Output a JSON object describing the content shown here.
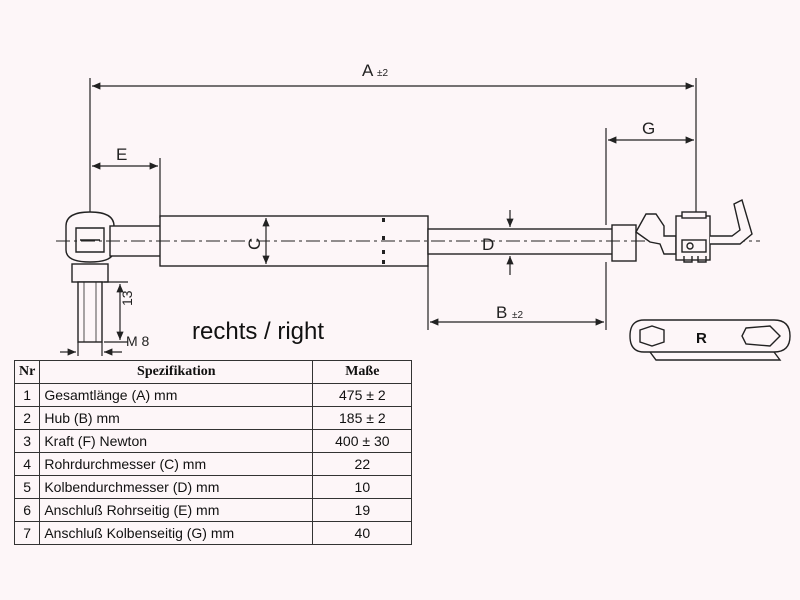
{
  "title": "rechts / right",
  "dimensions": {
    "A": "A",
    "A_tol": "±2",
    "B": "B",
    "B_tol": "±2",
    "C": "C",
    "D": "D",
    "E": "E",
    "G": "G",
    "thread_length": "13",
    "thread_size": "M 8"
  },
  "side_label": "R",
  "table": {
    "headers": {
      "nr": "Nr",
      "spec": "Spezifikation",
      "value": "Maße"
    },
    "rows": [
      {
        "nr": "1",
        "spec": "Gesamtlänge (A) mm",
        "value": "475 ± 2"
      },
      {
        "nr": "2",
        "spec": "Hub (B)  mm",
        "value": "185 ± 2"
      },
      {
        "nr": "3",
        "spec": "Kraft (F) Newton",
        "value": "400 ± 30"
      },
      {
        "nr": "4",
        "spec": "Rohrdurchmesser (C) mm",
        "value": "22"
      },
      {
        "nr": "5",
        "spec": "Kolbendurchmesser (D) mm",
        "value": "10"
      },
      {
        "nr": "6",
        "spec": "Anschluß Rohrseitig (E) mm",
        "value": "19"
      },
      {
        "nr": "7",
        "spec": "Anschluß Kolbenseitig (G) mm",
        "value": "40"
      }
    ]
  }
}
